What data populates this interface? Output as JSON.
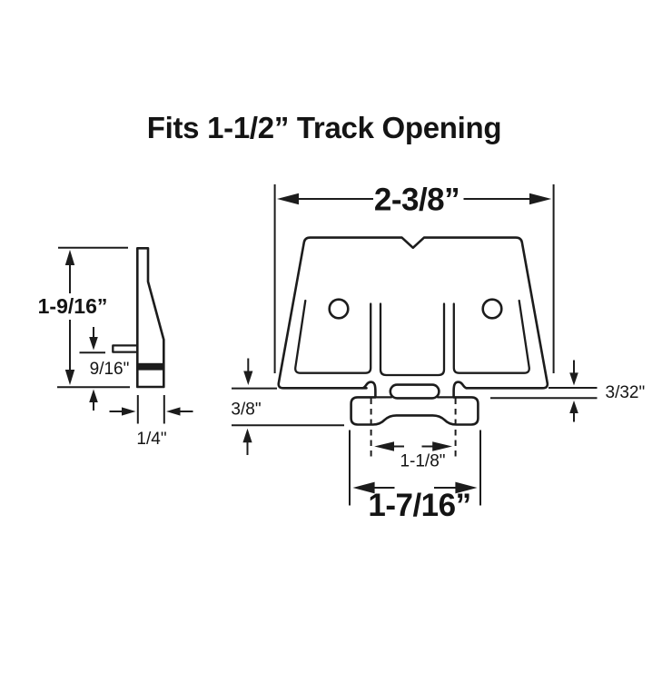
{
  "title": "Fits 1-1/2” Track Opening",
  "diagram": {
    "side_view": {
      "overall_height_label": "1-9/16”",
      "tab_to_base_label": "9/16\"",
      "thickness_label": "1/4\""
    },
    "front_view": {
      "top_width_label": "2-3/8”",
      "flange_depth_label": "3/8\"",
      "lip_offset_label": "3/32\"",
      "tab_spacing_label": "1-1/8\"",
      "base_width_label": "1-7/16”"
    }
  },
  "colors": {
    "line": "#1c1c1c",
    "background": "#ffffff"
  }
}
